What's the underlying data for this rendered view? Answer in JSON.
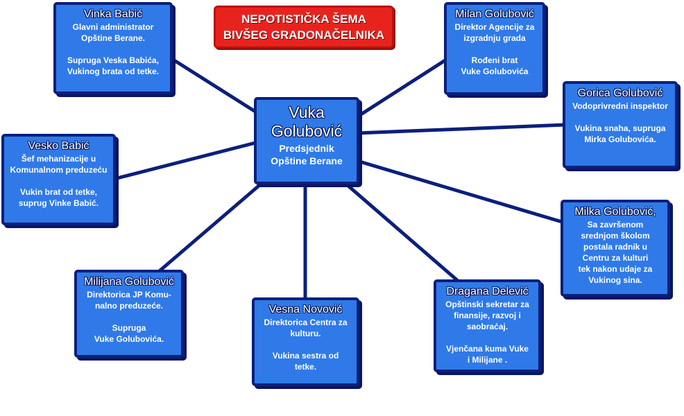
{
  "title": {
    "line1": "NEPOTISTIČKA ŠEMA",
    "line2": "BIVŠEG GRADONAČELNIKA"
  },
  "colors": {
    "box_fill": "#2f7ae8",
    "box_border": "#0b1f7c",
    "title_fill": "#e8231e",
    "connector": "#0b1f7c"
  },
  "center": {
    "name": "Vuka\nGolubović",
    "role": "Predsjednik\nOpštine Berane"
  },
  "people": [
    {
      "name": "Vinka Babić",
      "desc": "Glavni administrator\nOpštine Berane.\n\nSupruga Veska Babića,\nVukinog brata od tetke."
    },
    {
      "name": "Milan Golubović",
      "desc": "Direktor Agencije za\nizgradnju grada\n\nRođeni brat\nVuke  Golubovića"
    },
    {
      "name": "Gorica Golubović",
      "desc": "Vodoprivredni inspektor\n\nVukina snaha, supruga\nMirka Golubovića."
    },
    {
      "name": "Vesko Babić",
      "desc": "Šef mehanizacije u\nKomunalnom preduzeću\n\nVukin brat od tetke,\nsuprug Vinke Babić."
    },
    {
      "name": "Milka Golubović,",
      "desc": "Sa završenom\nsrednjom školom\npostala radnik u\nCentru za kulturi\ntek nakon udaje za\nVukinog sina."
    },
    {
      "name": "Milijana Golubović",
      "desc": "Direktorica JP Komu-\nnalno preduzeće.\n\nSupruga\nVuke Golubovića."
    },
    {
      "name": "Vesna Novović",
      "desc": "Direktorica Centra za\nkulturu.\n\nVukina sestra od\ntetke."
    },
    {
      "name": "Dragana Delević",
      "desc": "Opštinski sekretar za\nfinansije, razvoj i\nsaobraćaj.\n\nVjenčana kuma Vuke\ni Milijane ."
    }
  ]
}
